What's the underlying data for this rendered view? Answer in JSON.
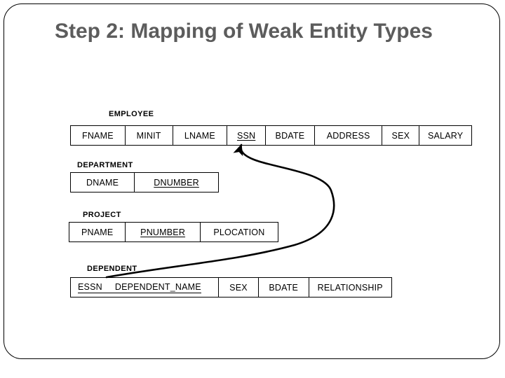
{
  "slide": {
    "title": "Step 2: Mapping of Weak Entity Types"
  },
  "diagram": {
    "relations": [
      {
        "name": "EMPLOYEE",
        "attributes": [
          {
            "label": "FNAME",
            "key": false
          },
          {
            "label": "MINIT",
            "key": false
          },
          {
            "label": "LNAME",
            "key": false
          },
          {
            "label": "SSN",
            "key": true
          },
          {
            "label": "BDATE",
            "key": false
          },
          {
            "label": "ADDRESS",
            "key": false
          },
          {
            "label": "SEX",
            "key": false
          },
          {
            "label": "SALARY",
            "key": false
          }
        ]
      },
      {
        "name": "DEPARTMENT",
        "attributes": [
          {
            "label": "DNAME",
            "key": false
          },
          {
            "label": "DNUMBER",
            "key": true
          }
        ]
      },
      {
        "name": "PROJECT",
        "attributes": [
          {
            "label": "PNAME",
            "key": false
          },
          {
            "label": "PNUMBER",
            "key": true
          },
          {
            "label": "PLOCATION",
            "key": false
          }
        ]
      },
      {
        "name": "DEPENDENT",
        "attributes": [
          {
            "label": "ESSN",
            "key": true
          },
          {
            "label": "DEPENDENT_NAME",
            "key": true
          },
          {
            "label": "SEX",
            "key": false
          },
          {
            "label": "BDATE",
            "key": false
          },
          {
            "label": "RELATIONSHIP",
            "key": false
          }
        ]
      }
    ],
    "foreign_key_arrow": {
      "from": "DEPENDENT.ESSN",
      "to": "EMPLOYEE.SSN"
    }
  },
  "colors": {
    "title_text": "#5c5c5c",
    "diagram_line": "#000000",
    "frame_line": "#000000",
    "background": "#ffffff"
  }
}
